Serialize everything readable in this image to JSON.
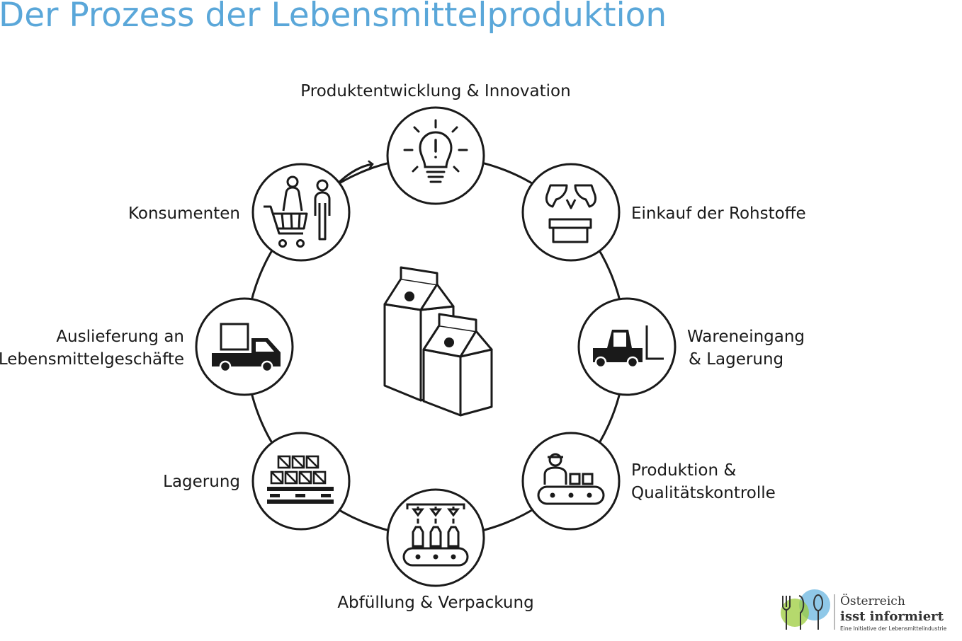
{
  "title": "Der Prozess der Lebensmittelproduktion",
  "colors": {
    "title": "#5aa7d9",
    "stroke": "#1a1a1a",
    "logo_blue": "#5fb0de",
    "logo_green": "#9ccc3c"
  },
  "steps": [
    {
      "icon": "lightbulb-icon",
      "lines": [
        "Produktentwicklung & Innovation"
      ]
    },
    {
      "icon": "milk-jugs-box-icon",
      "lines": [
        "Einkauf der Rohstoffe"
      ]
    },
    {
      "icon": "forklift-icon",
      "lines": [
        "Wareneingang",
        "& Lagerung"
      ]
    },
    {
      "icon": "worker-conveyor-icon",
      "lines": [
        "Produktion &",
        "Qualitätskontrolle"
      ]
    },
    {
      "icon": "filling-line-icon",
      "lines": [
        "Abfüllung & Verpackung"
      ]
    },
    {
      "icon": "pallet-boxes-icon",
      "lines": [
        "Lagerung"
      ]
    },
    {
      "icon": "delivery-truck-icon",
      "lines": [
        "Auslieferung an",
        "Lebensmittelgeschäfte"
      ]
    },
    {
      "icon": "shoppers-cart-icon",
      "lines": [
        "Konsumenten"
      ]
    }
  ],
  "center_icon": "milk-cartons-icon",
  "logo": {
    "line1": "Österreich",
    "line2": "isst informiert",
    "line3": "Eine Initiative der Lebensmittelindustrie",
    "icon": "cutlery-icon"
  }
}
